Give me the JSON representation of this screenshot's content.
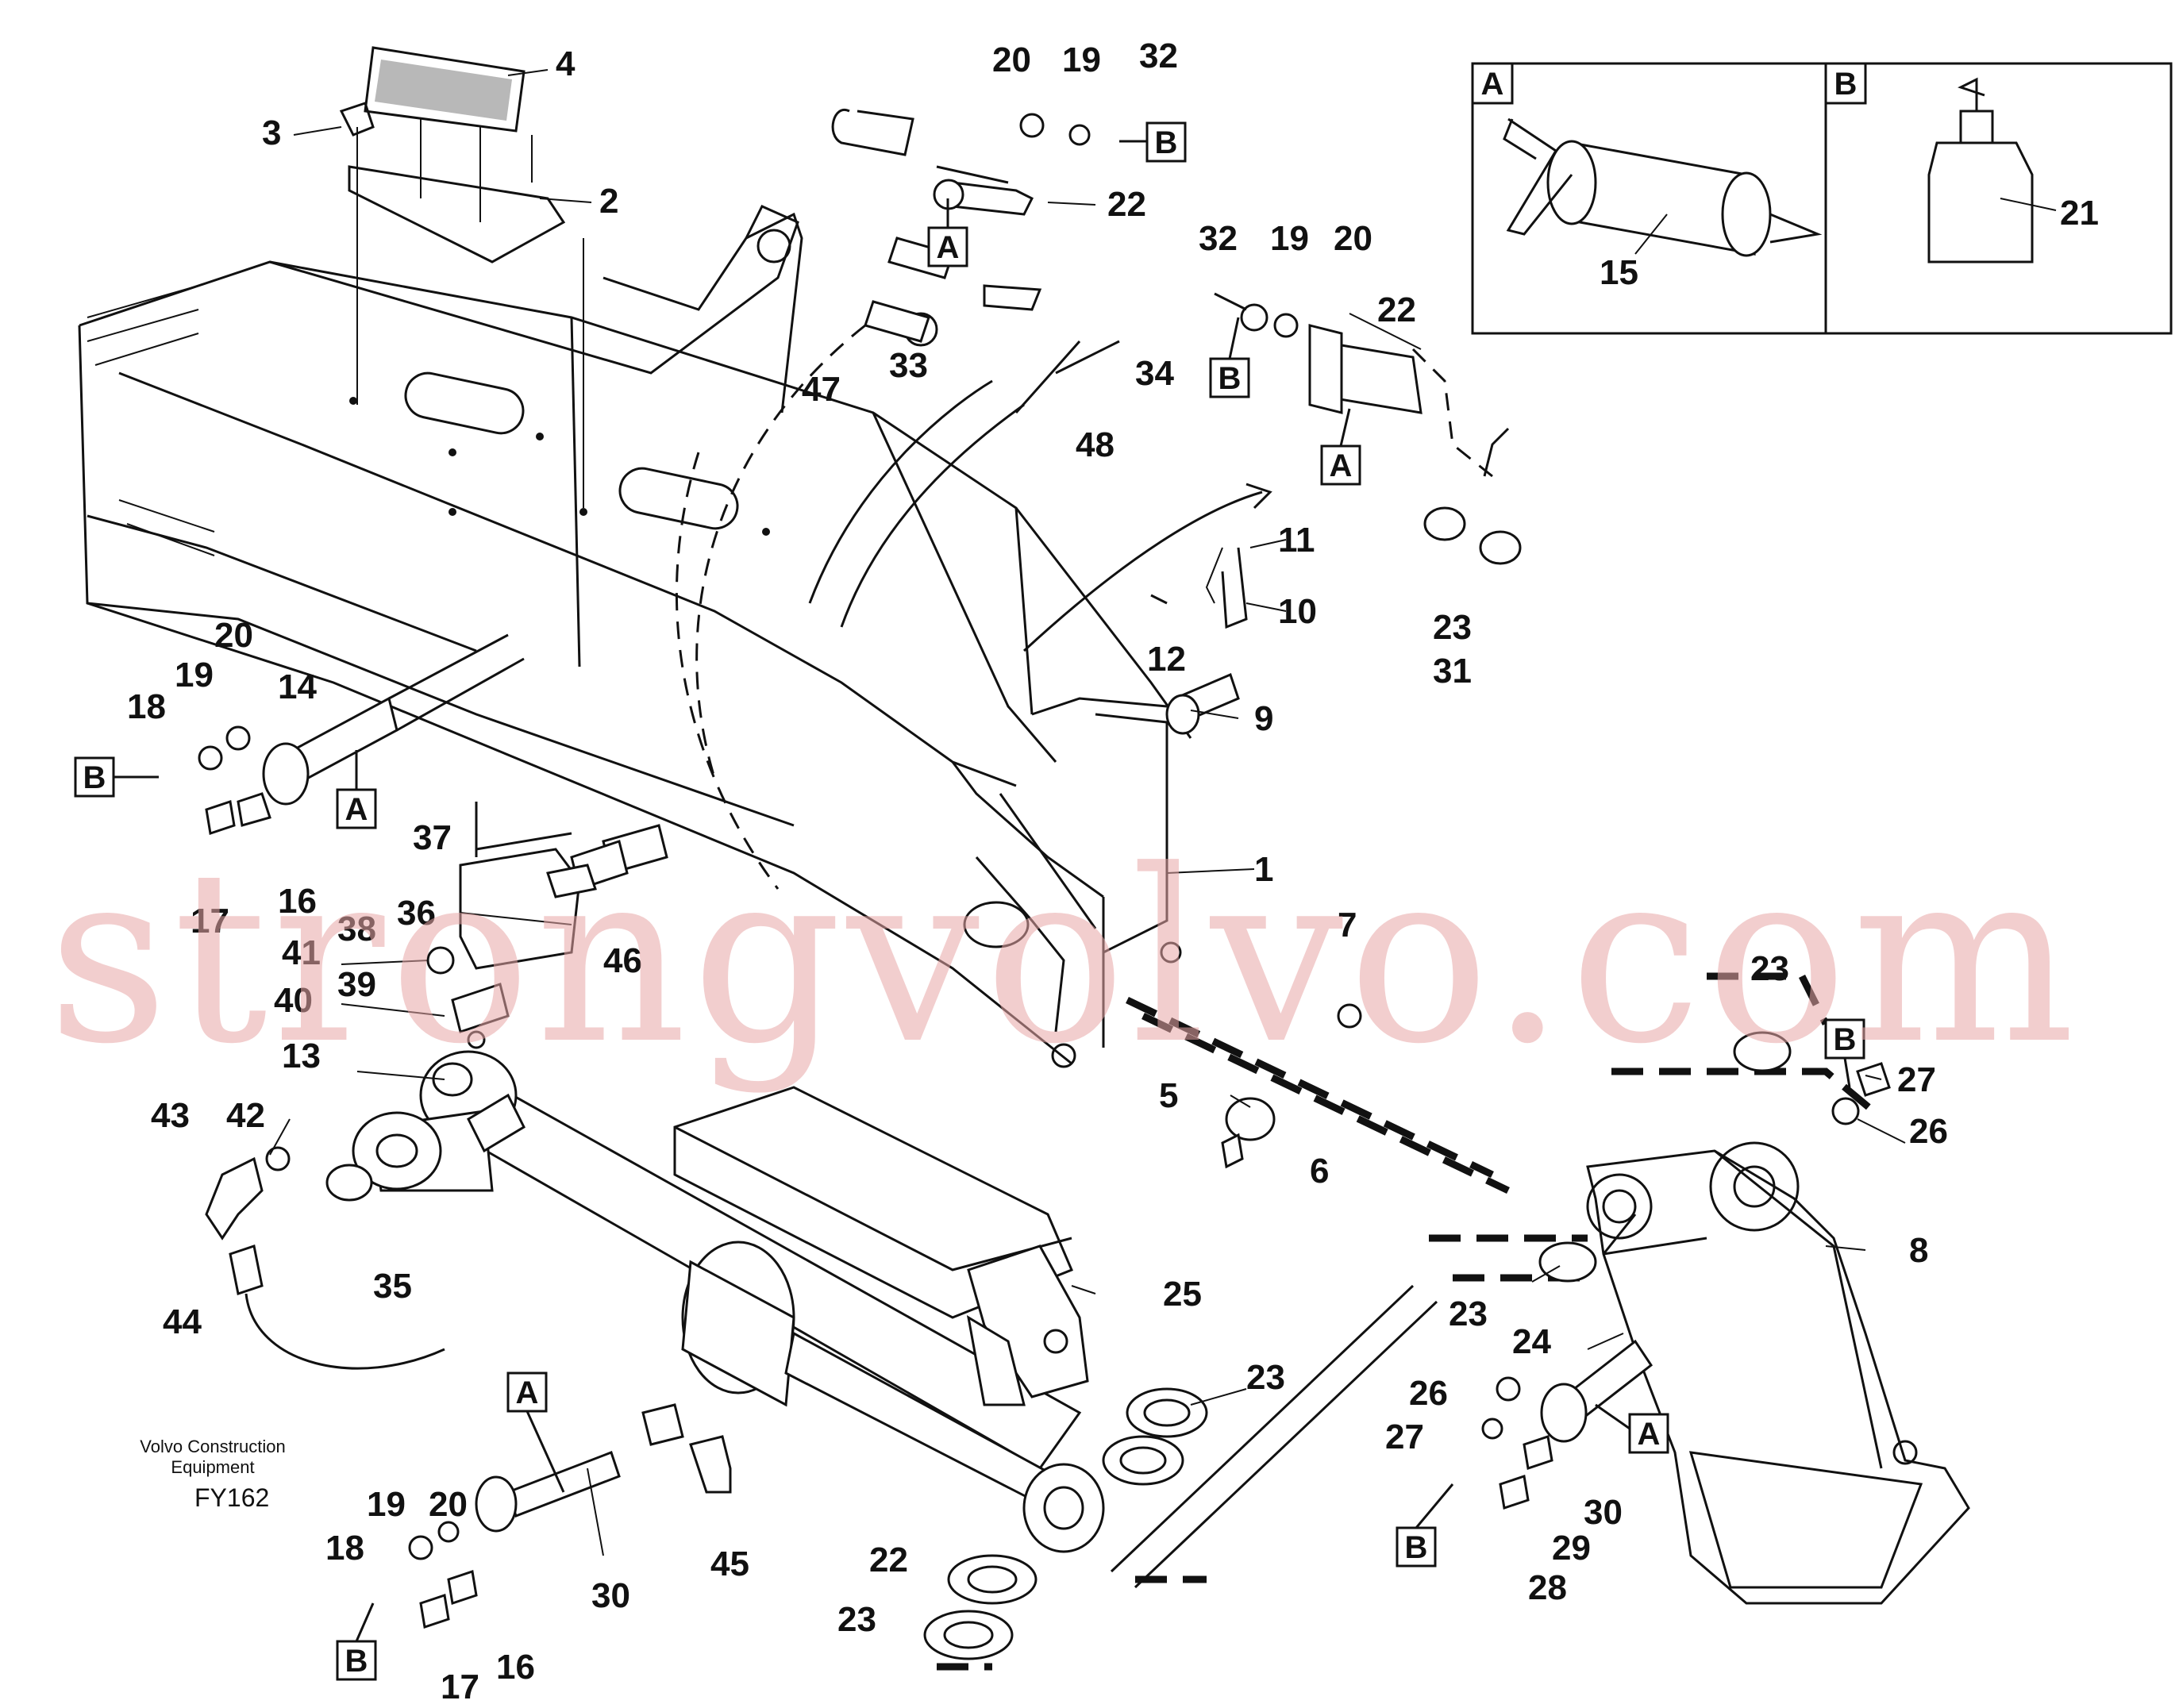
{
  "callouts": {
    "c_tl_4": "4",
    "c_tl_3": "3",
    "c_tl_2": "2",
    "c_tm_20": "20",
    "c_tm_19": "19",
    "c_tm_32": "32",
    "c_tm_22": "22",
    "c_tr_32": "32",
    "c_tr_19": "19",
    "c_tr_20": "20",
    "c_tr_22": "22",
    "c_47": "47",
    "c_33": "33",
    "c_34": "34",
    "c_48": "48",
    "c_11": "11",
    "c_10": "10",
    "c_12": "12",
    "c_9": "9",
    "c_23_31a": "23",
    "c_23_31b": "31",
    "c_l_20": "20",
    "c_l_19": "19",
    "c_l_18": "18",
    "c_l_14": "14",
    "c_17": "17",
    "c_16": "16",
    "c_37": "37",
    "c_36": "36",
    "c_46": "46",
    "c_38": "38",
    "c_41": "41",
    "c_39": "39",
    "c_40": "40",
    "c_13": "13",
    "c_43": "43",
    "c_42": "42",
    "c_44": "44",
    "c_35": "35",
    "c_1": "1",
    "c_7": "7",
    "c_5": "5",
    "c_6": "6",
    "c_25": "25",
    "c_23_mid": "23",
    "c_23_right": "23",
    "c_27a": "27",
    "c_26a": "26",
    "c_8": "8",
    "c_23_arm": "23",
    "c_24": "24",
    "c_26b": "26",
    "c_27b": "27",
    "c_30r": "30",
    "c_29": "29",
    "c_28": "28",
    "c_bl_19": "19",
    "c_bl_20": "20",
    "c_bl_18": "18",
    "c_bl_17": "17",
    "c_bl_16": "16",
    "c_30": "30",
    "c_45": "45",
    "c_22b": "22",
    "c_23b": "23",
    "c_inset_15": "15",
    "c_inset_21": "21"
  },
  "refs": {
    "A": "A",
    "B": "B"
  },
  "inset": {
    "panel_a": "A",
    "panel_b": "B"
  },
  "footer": {
    "line1": "Volvo Construction",
    "line2": "Equipment",
    "code": "FY162"
  },
  "watermark": "strongvolvo.com"
}
